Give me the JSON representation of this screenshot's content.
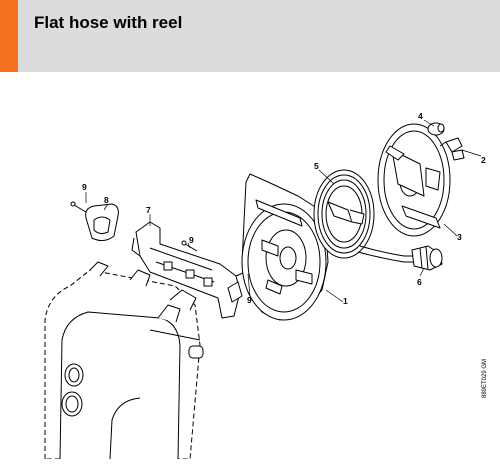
{
  "header": {
    "title": "Flat hose with reel"
  },
  "diagram": {
    "callouts": [
      "1",
      "2",
      "3",
      "4",
      "5",
      "6",
      "7",
      "8",
      "9",
      "9",
      "9"
    ],
    "drawing_code": "889ET029 GM"
  },
  "colors": {
    "accent": "#f37021",
    "header_bg": "#dcdcdc",
    "line": "#000000"
  }
}
